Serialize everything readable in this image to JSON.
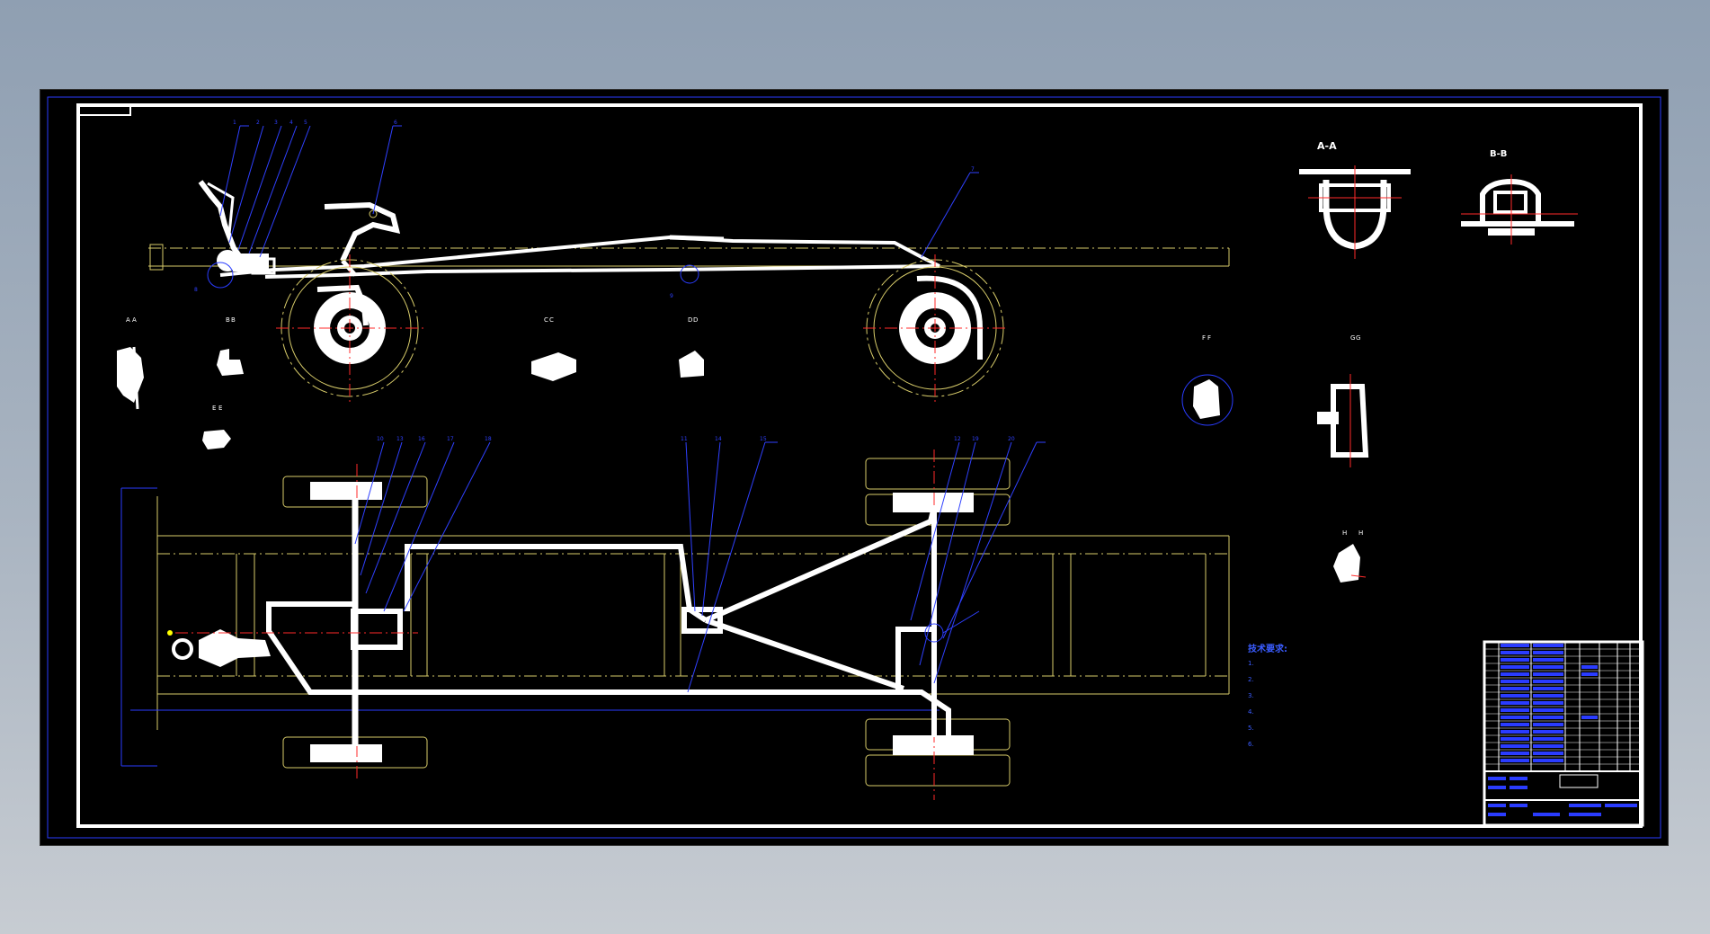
{
  "drawing": {
    "colors": {
      "background_outer": "#9aa8b8",
      "sheet": "#000000",
      "frame": "#ffffff",
      "outline_blue": "#2a3cff",
      "dimension_yellow": "#d8cc6a",
      "centerline_red": "#ff2a2a",
      "leader_blue": "#2f40ff"
    },
    "corner_stamp": "",
    "view_labels": {
      "section_a": "A-A",
      "section_b": "B-B"
    },
    "part_numbers_top": [
      "1",
      "2",
      "3",
      "4",
      "5",
      "6",
      "7",
      "8",
      "9"
    ],
    "part_numbers_bottom": [
      "10",
      "13",
      "16",
      "17",
      "18",
      "11",
      "14",
      "15",
      "12",
      "19",
      "20"
    ],
    "tech_requirements": {
      "title": "技术要求:",
      "items": [
        "1.",
        "2.",
        "3.",
        "4.",
        "5.",
        "6."
      ]
    },
    "title_block": {
      "name": "",
      "number": ""
    }
  }
}
